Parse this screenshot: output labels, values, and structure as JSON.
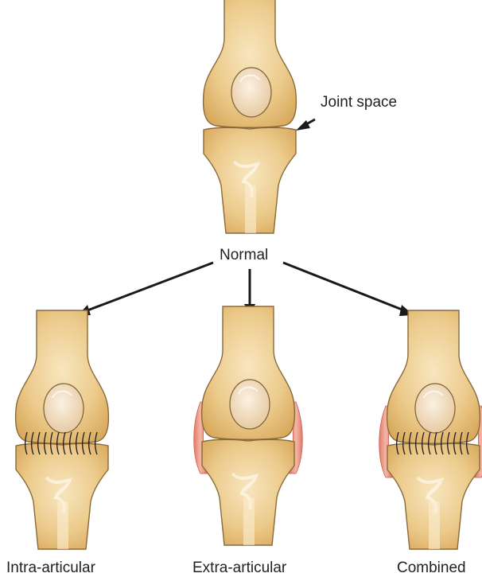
{
  "labels": {
    "joint_space": "Joint space",
    "normal": "Normal",
    "intra_articular": "Intra-articular",
    "extra_articular": "Extra-articular",
    "combined": "Combined"
  },
  "colors": {
    "bone_fill": "#e9c27e",
    "bone_light": "#f8e6bf",
    "bone_outline": "#8a6a3a",
    "condyle_fill": "#f1dfc4",
    "capsule_fill": "#e8877a",
    "capsule_light": "#f6c1b3",
    "adhesion_line": "#1c1c1c",
    "arrow": "#1a1a1a"
  },
  "icons": {
    "normal_joint": "knee-joint-illustration",
    "arrow": "arrow-icon"
  }
}
